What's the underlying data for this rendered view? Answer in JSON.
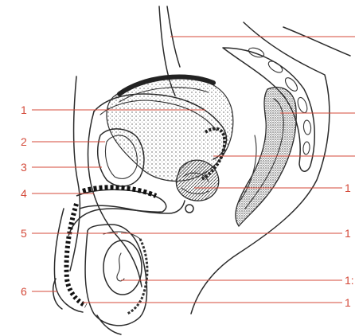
{
  "colors": {
    "label": "#d44a3a",
    "ink": "#2b2b2b",
    "stipple": "#555555",
    "background": "#ffffff"
  },
  "labels": {
    "left": [
      "1",
      "2",
      "3",
      "4",
      "5",
      "6"
    ],
    "right_partial": [
      "1",
      "1",
      "1",
      "1:",
      "1"
    ]
  }
}
